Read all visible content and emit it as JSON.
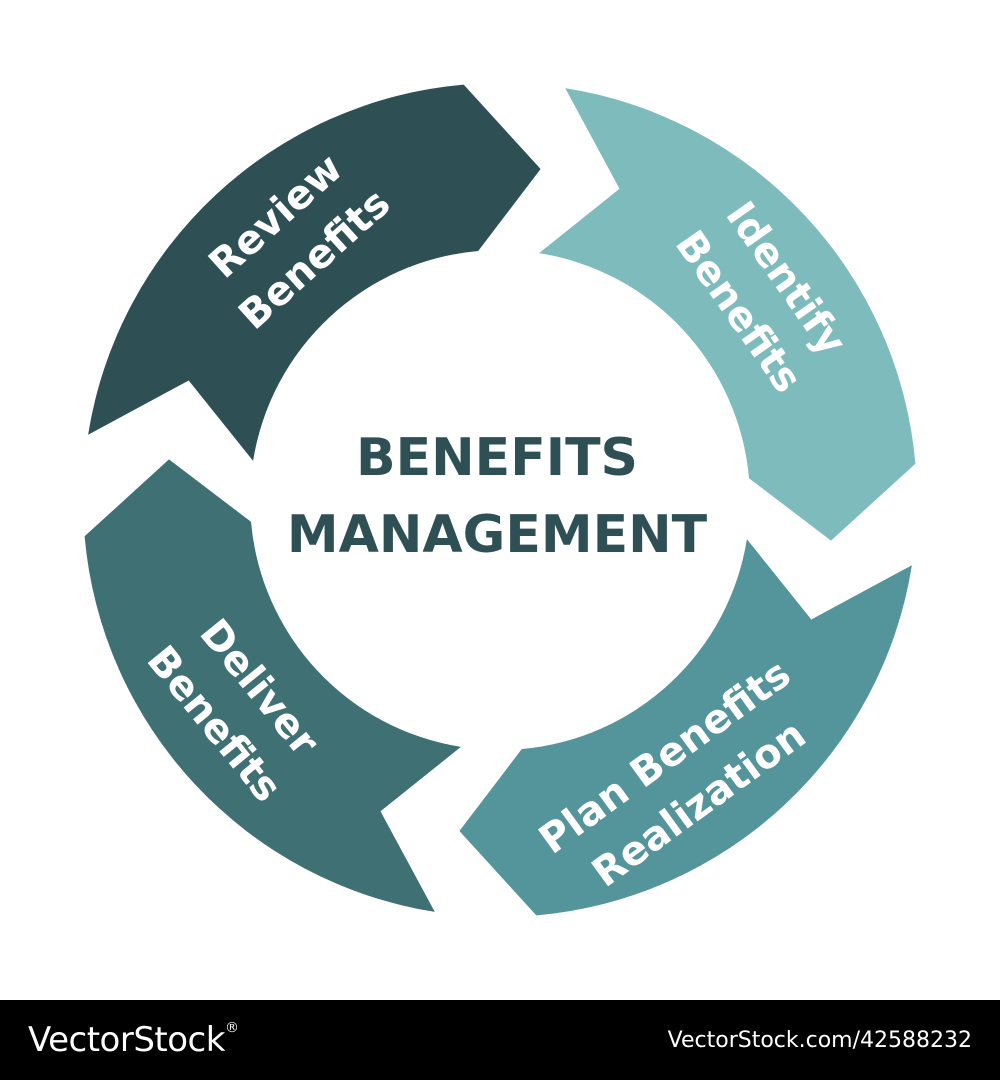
{
  "diagram": {
    "center_lines": [
      "BENEFITS",
      "MANAGEMENT"
    ],
    "segments": [
      {
        "id": "identify",
        "lines": [
          "Identify",
          "Benefits"
        ],
        "color": "#7dbbbd"
      },
      {
        "id": "plan",
        "lines": [
          "Plan Benefits",
          "Realization"
        ],
        "color": "#54959b"
      },
      {
        "id": "deliver",
        "lines": [
          "Deliver",
          "Benefits"
        ],
        "color": "#3e7074"
      },
      {
        "id": "review",
        "lines": [
          "Review",
          "Benefits"
        ],
        "color": "#2e5055"
      }
    ]
  },
  "watermark": {
    "brand": "VectorStock",
    "brand_mark": "®",
    "image_ref": "VectorStock.com/42588232"
  }
}
